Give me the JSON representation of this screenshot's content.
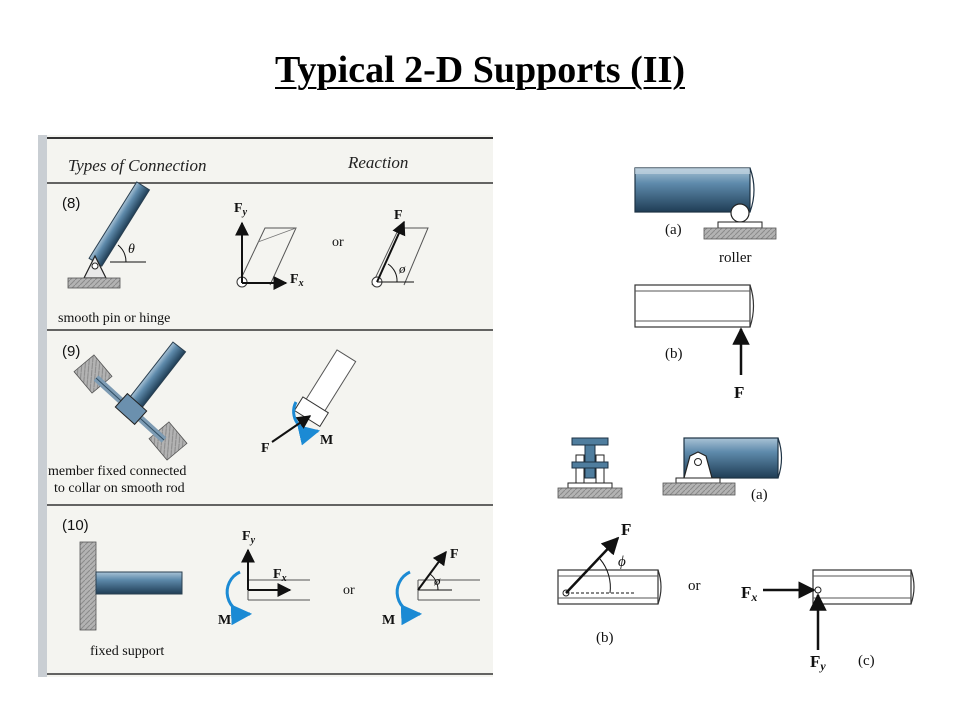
{
  "page": {
    "title": "Typical 2-D Supports (II)"
  },
  "table": {
    "header": {
      "connection": "Types of Connection",
      "reaction": "Reaction"
    },
    "rows": [
      {
        "number": "(8)",
        "caption": "smooth pin or hinge",
        "or": "or",
        "angle_member": "θ",
        "angle_force": "ø",
        "fy": "F",
        "fy_sub": "y",
        "fx": "F",
        "fx_sub": "x",
        "f": "F"
      },
      {
        "number": "(9)",
        "caption_line1": "member fixed connected",
        "caption_line2": "to collar on smooth rod",
        "f": "F",
        "m": "M"
      },
      {
        "number": "(10)",
        "caption": "fixed support",
        "or": "or",
        "fy": "F",
        "fy_sub": "y",
        "fx": "F",
        "fx_sub": "x",
        "f": "F",
        "m": "M",
        "angle_force": "ø"
      }
    ]
  },
  "right": {
    "roller": {
      "part_a": "(a)",
      "caption": "roller",
      "part_b": "(b)",
      "f": "F"
    },
    "pin": {
      "part_a": "(a)",
      "part_b": "(b)",
      "part_c": "(c)",
      "or": "or",
      "f": "F",
      "angle": "ϕ",
      "fx": "F",
      "fx_sub": "x",
      "fy": "F",
      "fy_sub": "y"
    }
  },
  "colors": {
    "steel": "#4f7d9e",
    "steel_dark": "#23435c",
    "blue_arrow": "#1b8ad4",
    "ground": "#9a9a9a"
  }
}
